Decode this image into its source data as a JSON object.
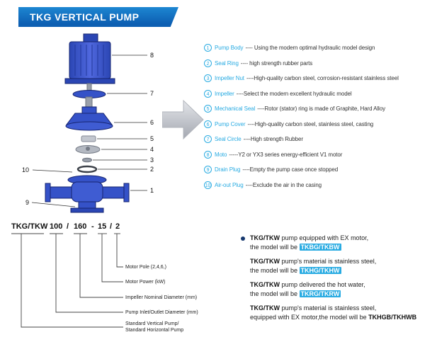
{
  "header": {
    "title": "TKG VERTICAL PUMP"
  },
  "diagram": {
    "callouts": [
      "8",
      "7",
      "6",
      "5",
      "4",
      "3",
      "2",
      "1",
      "10",
      "9"
    ]
  },
  "parts": [
    {
      "num": "1",
      "name": "Pump Body",
      "desc": "---- Using the modern optimal hydraulic model design"
    },
    {
      "num": "2",
      "name": "Seal Ring",
      "desc": "---- high strength rubber parts"
    },
    {
      "num": "3",
      "name": "Impeller Nut",
      "desc": "----High-quality carbon steel, corrosion-resistant stainless steel"
    },
    {
      "num": "4",
      "name": "Impeller",
      "desc": "----Select the modern excellent hydraulic model"
    },
    {
      "num": "5",
      "name": "Mechanical Seal",
      "desc": "----Rotor (stator) ring is made of Graphite, Hard Alloy"
    },
    {
      "num": "6",
      "name": "Pump Cover",
      "desc": "----High-quality carbon steel, stainless steel, casting"
    },
    {
      "num": "7",
      "name": "Seal Circle",
      "desc": "----High strength Rubber"
    },
    {
      "num": "8",
      "name": "Moto",
      "desc": "-----Y2 or YX3 series energy-efficient V1 motor"
    },
    {
      "num": "9",
      "name": "Drain Plug",
      "desc": "----Empty the pump case once stopped"
    },
    {
      "num": "10",
      "name": "Air-out Plug",
      "desc": "----Exclude the air in the casing"
    }
  ],
  "model_code": {
    "segments": [
      "TKG/TKW",
      "100",
      "/",
      "160",
      "-",
      "15",
      "/",
      "2"
    ],
    "labels": [
      "Motor Pole (2,4,6,)",
      "Motor Power (kW)",
      "Impeller Nominal Diameter (mm)",
      "Pump Inlet/Outlet Diameter (mm)",
      "Standard Vertical Pump/",
      "Standard Horizontal Pump"
    ]
  },
  "notes": [
    {
      "bold": "TKG/TKW",
      "rest": " pump equipped with EX motor,",
      "line2": "the model will be ",
      "model": "TKBG/TKBW"
    },
    {
      "bold": "TKG/TKW",
      "rest": " pump's material is stainless steel,",
      "line2": "the model will be ",
      "model": "TKHG/TKHW"
    },
    {
      "bold": "TKG/TKW",
      "rest": " pump delivered the hot water,",
      "line2": "the model will be ",
      "model": "TKRG/TKRW"
    },
    {
      "bold": "TKG/TKW",
      "rest": " pump's material is stainless steel,",
      "line2": "equipped with EX motor,the model will be ",
      "model": "TKHGB/TKHWB"
    }
  ],
  "colors": {
    "accent_cyan": "#29abe2",
    "pump_blue": "#3552c8",
    "banner_blue": "#0d5fb2"
  }
}
